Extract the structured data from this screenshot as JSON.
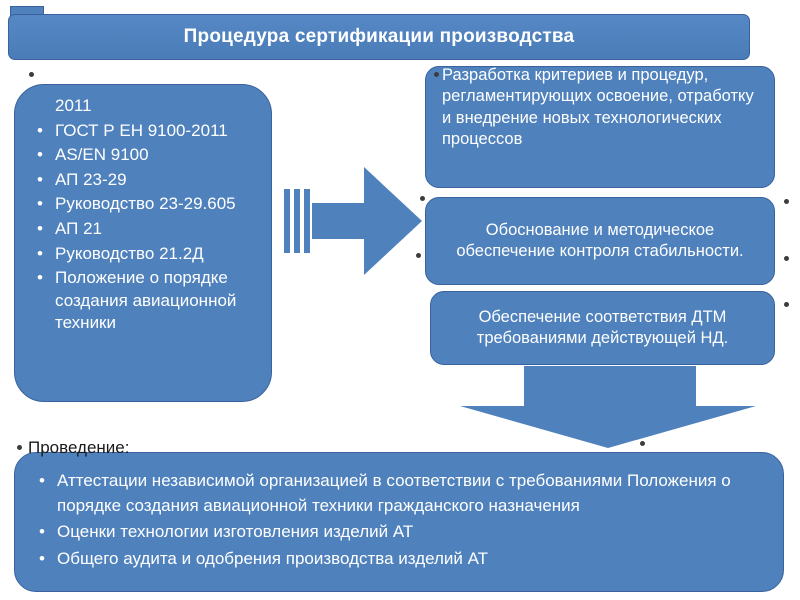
{
  "slide": {
    "title": "Процедура сертификации производства"
  },
  "left_box": {
    "items": [
      "2011",
      "ГОСТ Р ЕН 9100-2011",
      "AS/EN 9100",
      "АП 23-29",
      "Руководство 23-29.605",
      "АП 21",
      "Руководство 21.2Д",
      "Положение о порядке создания авиационной техники"
    ]
  },
  "right_boxes": {
    "criteria": "Разработка критериев и процедур, регламентирующих освоение, отработку и внедрение новых технологических процессов",
    "stability": "Обоснование и методическое обеспечение контроля стабильности.",
    "compliance": "Обеспечение соответствия ДТМ требованиями действующей НД."
  },
  "bottom": {
    "label": "Проведение:",
    "items": [
      "Аттестации независимой организацией в соответствии с требованиями Положения о порядке создания авиационной техники гражданского назначения",
      "Оценки технологии изготовления изделий АТ",
      "Общего аудита и одобрения производства изделий АТ"
    ]
  },
  "colors": {
    "accent": "#4f81bd",
    "accent_border": "#3a629e",
    "text_on_accent": "#ffffff"
  }
}
